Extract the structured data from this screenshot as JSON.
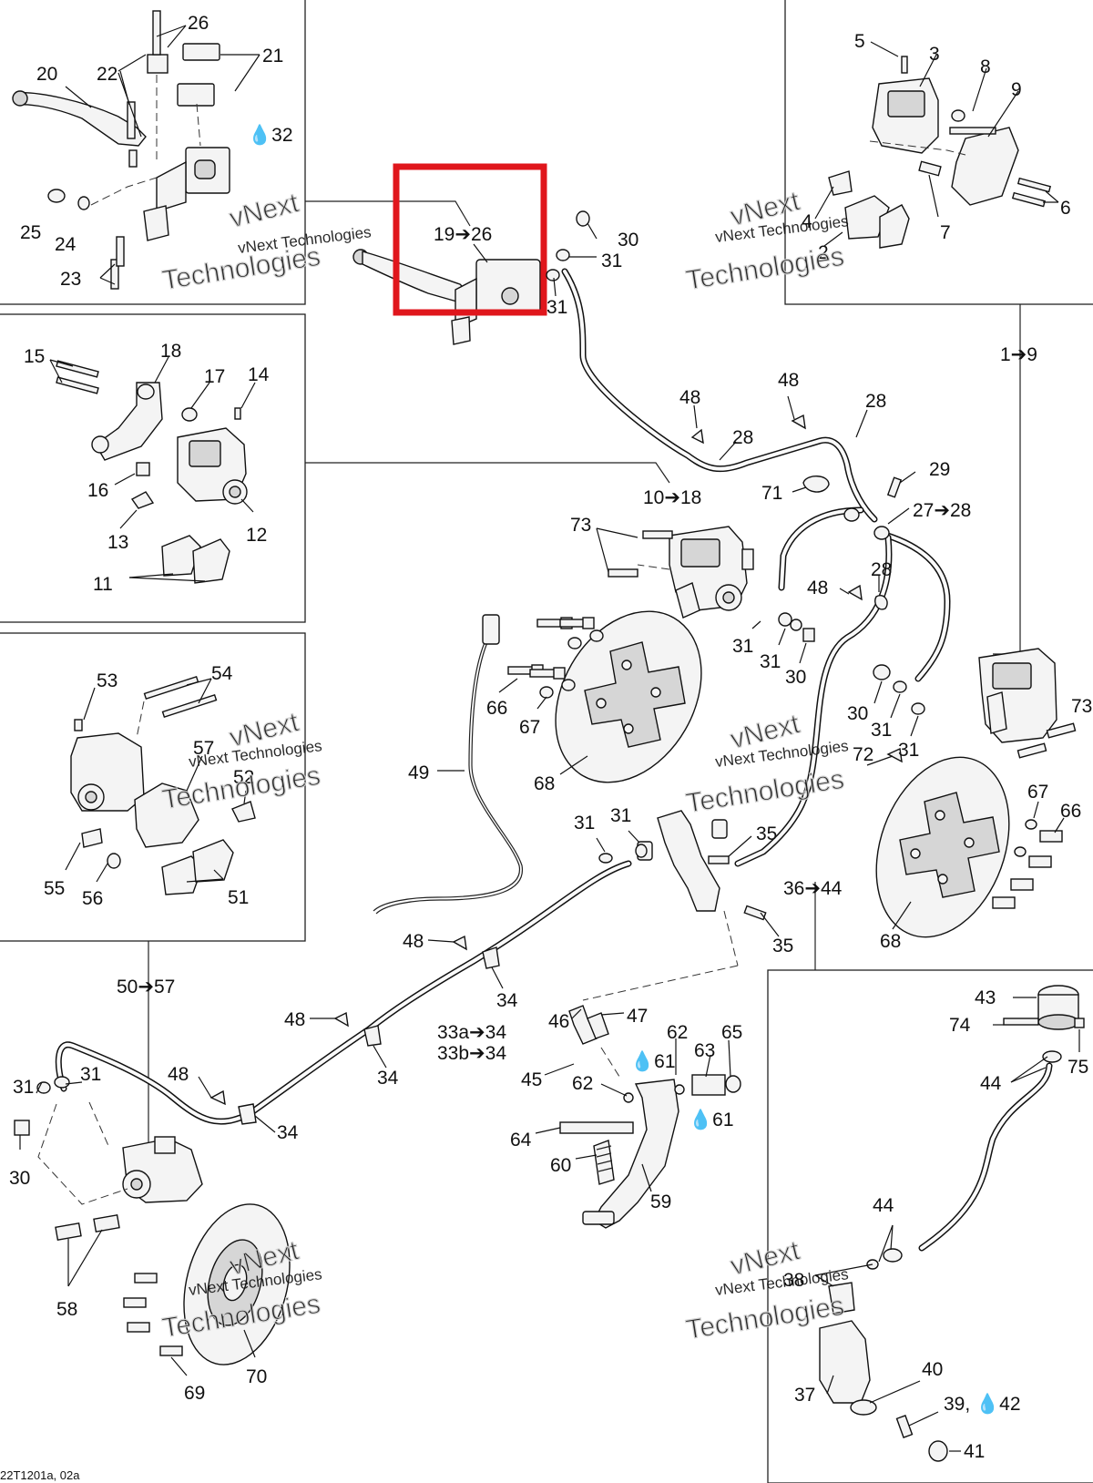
{
  "diagram": {
    "figure_code": "22T1201a, 02a",
    "watermark": {
      "line1": "vNext Technologies",
      "line2": "Technologies",
      "script": "vNext"
    },
    "highlight": {
      "color": "#e0161c",
      "label": "19➔26"
    },
    "labels": {
      "l20": "20",
      "l22": "22",
      "l26a": "26",
      "l21": "21",
      "l32": "💧32",
      "l25": "25",
      "l24": "24",
      "l23": "23",
      "l5": "5",
      "l3": "3",
      "l8": "8",
      "l9": "9",
      "l4": "4",
      "l2": "2",
      "l7": "7",
      "l6": "6",
      "l30a": "30",
      "l31a": "31",
      "l31b": "31",
      "l1to9": "1➔9",
      "l15": "15",
      "l18": "18",
      "l17": "17",
      "l14": "14",
      "l16": "16",
      "l12": "12",
      "l13": "13",
      "l11": "11",
      "l48a": "48",
      "l48b": "48",
      "l28a": "28",
      "l28b": "28",
      "l29": "29",
      "l71": "71",
      "l27to28": "27➔28",
      "l10to18": "10➔18",
      "l73a": "73",
      "l48c": "48",
      "l28c": "28",
      "l31c": "31",
      "l31d": "31",
      "l30b": "30",
      "l66a": "66",
      "l67a": "67",
      "l68a": "68",
      "l30c": "30",
      "l31e": "31",
      "l31f": "31",
      "l73b": "73",
      "l53": "53",
      "l54": "54",
      "l57": "57",
      "l52": "52",
      "l55": "55",
      "l56": "56",
      "l51": "51",
      "l49": "49",
      "l72": "72",
      "l67b": "67",
      "l66b": "66",
      "l68b": "68",
      "l31g": "31",
      "l31h": "31",
      "l35a": "35",
      "l36to44": "36➔44",
      "l35b": "35",
      "l48d": "48",
      "l34a": "34",
      "l50to57": "50➔57",
      "l48e": "48",
      "l33a": "33a➔34",
      "l33b": "33b➔34",
      "l34b": "34",
      "l46": "46",
      "l47": "47",
      "l62a": "62",
      "l65": "65",
      "l63": "63",
      "l45": "45",
      "l61a": "💧61",
      "l62b": "62",
      "l61b": "💧61",
      "l64": "64",
      "l60": "60",
      "l59": "59",
      "l31i": "31",
      "l31j": "31",
      "l48f": "48",
      "l34c": "34",
      "l30d": "30",
      "l58": "58",
      "l69": "69",
      "l70": "70",
      "l43": "43",
      "l74": "74",
      "l75": "75",
      "l44a": "44",
      "l44b": "44",
      "l38": "38",
      "l40": "40",
      "l37": "37",
      "l39": "39, 💧42",
      "l41": "41"
    }
  }
}
